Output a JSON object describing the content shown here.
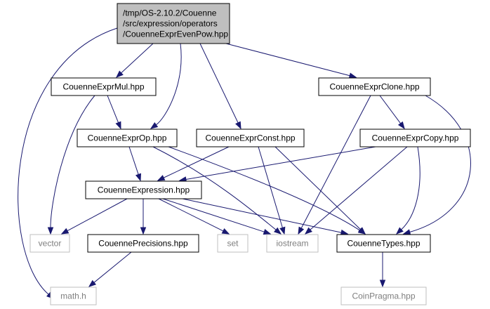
{
  "colors": {
    "edge": "#191970",
    "root_fill": "#bfbfbf",
    "node_stroke": "#000000",
    "ext_stroke": "#bfbfbf",
    "ext_text": "#7f7f7f"
  },
  "nodes": [
    {
      "id": "root",
      "lines": [
        "/tmp/OS-2.10.2/Couenne",
        "/src/expression/operators",
        "/CouenneExprEvenPow.hpp"
      ],
      "kind": "root"
    },
    {
      "id": "mul",
      "lines": [
        "CouenneExprMul.hpp"
      ],
      "kind": "file"
    },
    {
      "id": "clone",
      "lines": [
        "CouenneExprClone.hpp"
      ],
      "kind": "file"
    },
    {
      "id": "op",
      "lines": [
        "CouenneExprOp.hpp"
      ],
      "kind": "file"
    },
    {
      "id": "const",
      "lines": [
        "CouenneExprConst.hpp"
      ],
      "kind": "file"
    },
    {
      "id": "copy",
      "lines": [
        "CouenneExprCopy.hpp"
      ],
      "kind": "file"
    },
    {
      "id": "expression",
      "lines": [
        "CouenneExpression.hpp"
      ],
      "kind": "file"
    },
    {
      "id": "vector",
      "lines": [
        "vector"
      ],
      "kind": "external"
    },
    {
      "id": "precisions",
      "lines": [
        "CouennePrecisions.hpp"
      ],
      "kind": "file"
    },
    {
      "id": "set",
      "lines": [
        "set"
      ],
      "kind": "external"
    },
    {
      "id": "iostream",
      "lines": [
        "iostream"
      ],
      "kind": "external"
    },
    {
      "id": "types",
      "lines": [
        "CouenneTypes.hpp"
      ],
      "kind": "file"
    },
    {
      "id": "math",
      "lines": [
        "math.h"
      ],
      "kind": "external"
    },
    {
      "id": "coinpragma",
      "lines": [
        "CoinPragma.hpp"
      ],
      "kind": "external"
    }
  ],
  "edges": [
    {
      "from": "root",
      "to": "mul"
    },
    {
      "from": "root",
      "to": "op"
    },
    {
      "from": "root",
      "to": "const"
    },
    {
      "from": "root",
      "to": "clone"
    },
    {
      "from": "root",
      "to": "math"
    },
    {
      "from": "mul",
      "to": "op"
    },
    {
      "from": "mul",
      "to": "vector"
    },
    {
      "from": "op",
      "to": "expression"
    },
    {
      "from": "op",
      "to": "iostream"
    },
    {
      "from": "op",
      "to": "types"
    },
    {
      "from": "const",
      "to": "expression"
    },
    {
      "from": "const",
      "to": "iostream"
    },
    {
      "from": "const",
      "to": "types"
    },
    {
      "from": "clone",
      "to": "copy"
    },
    {
      "from": "clone",
      "to": "iostream"
    },
    {
      "from": "clone",
      "to": "types"
    },
    {
      "from": "copy",
      "to": "expression"
    },
    {
      "from": "copy",
      "to": "iostream"
    },
    {
      "from": "copy",
      "to": "types"
    },
    {
      "from": "expression",
      "to": "vector"
    },
    {
      "from": "expression",
      "to": "precisions"
    },
    {
      "from": "expression",
      "to": "set"
    },
    {
      "from": "expression",
      "to": "iostream"
    },
    {
      "from": "expression",
      "to": "types"
    },
    {
      "from": "precisions",
      "to": "math"
    },
    {
      "from": "types",
      "to": "coinpragma"
    }
  ]
}
